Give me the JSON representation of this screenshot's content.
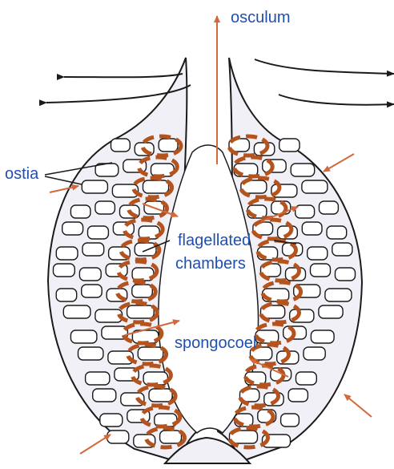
{
  "diagram": {
    "labels": {
      "osculum": "osculum",
      "ostia": "ostia",
      "flagellated_line1": "flagellated",
      "flagellated_line2": "chambers",
      "spongocoel": "spongocoel"
    },
    "colors": {
      "label": "#1f4fb0",
      "chamber": "#b5531f",
      "outline": "#1a1a1a",
      "cell_fill": "#f1f0f6",
      "flow_arrow": "#d2693a"
    }
  }
}
